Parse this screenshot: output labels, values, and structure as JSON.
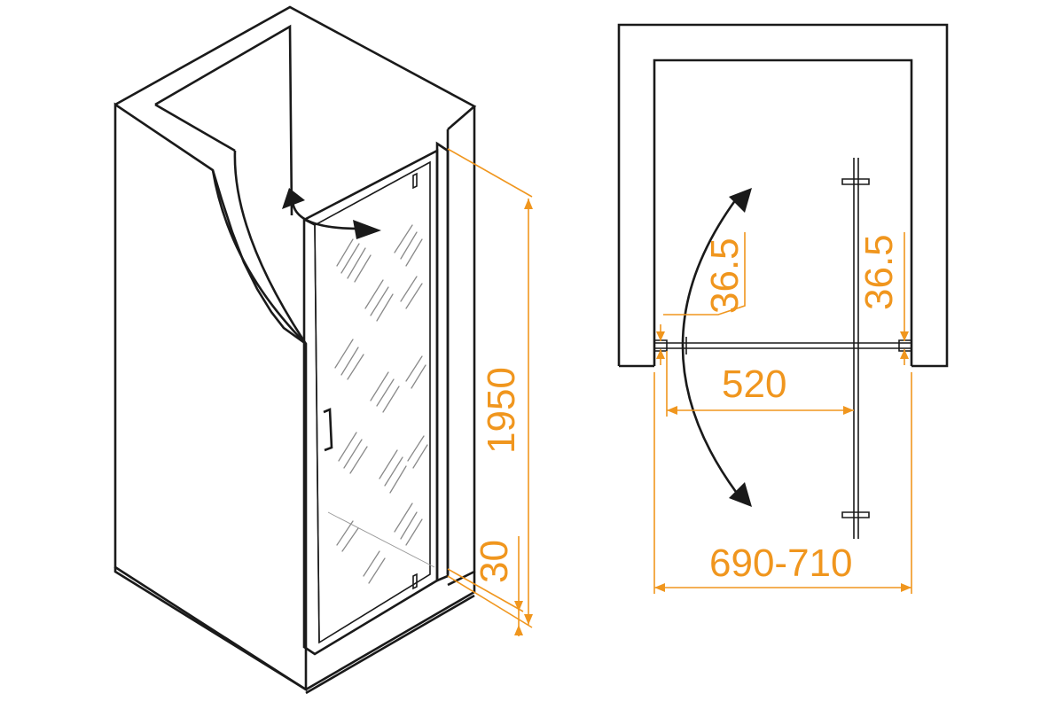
{
  "dimensions": {
    "height_total": "1950",
    "base_height": "30",
    "door_offset_left": "36.5",
    "door_offset_right": "36.5",
    "door_width": "520",
    "opening_range": "690-710"
  },
  "colors": {
    "dimension": "#f0961e",
    "outline": "#1a1a1a",
    "background": "#ffffff"
  }
}
